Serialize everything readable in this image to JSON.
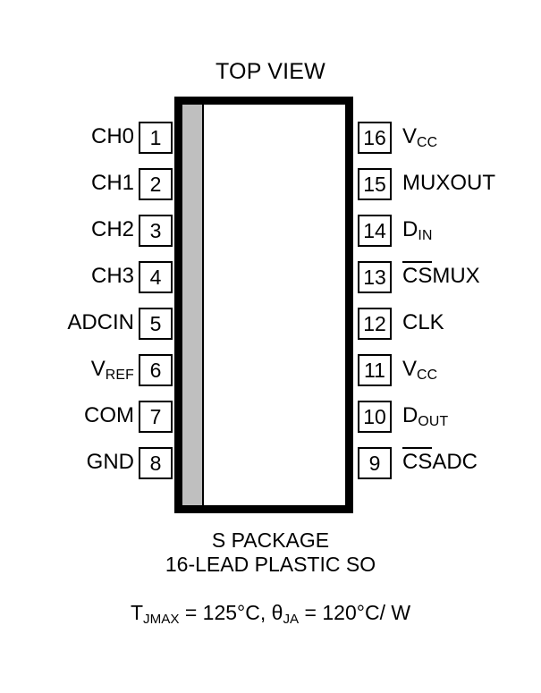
{
  "figure": {
    "title": "TOP VIEW",
    "package_caption_line1": "S PACKAGE",
    "package_caption_line2": "16-LEAD PLASTIC SO",
    "thermal": {
      "tjmax_symbol": "T",
      "tjmax_sub": "JMAX",
      "tjmax_eq": " = 125°C, ",
      "theta_symbol": "θ",
      "theta_sub": "JA",
      "theta_eq": " = 120°C/ W"
    },
    "colors": {
      "body_outline": "#000000",
      "body_fill": "#ffffff",
      "stripe_fill": "#bfbfbf",
      "text": "#000000",
      "page_background": "#ffffff"
    },
    "left_pins": [
      {
        "number": "1",
        "label": "CH0",
        "sub": "",
        "overline": ""
      },
      {
        "number": "2",
        "label": "CH1",
        "sub": "",
        "overline": ""
      },
      {
        "number": "3",
        "label": "CH2",
        "sub": "",
        "overline": ""
      },
      {
        "number": "4",
        "label": "CH3",
        "sub": "",
        "overline": ""
      },
      {
        "number": "5",
        "label": "ADCIN",
        "sub": "",
        "overline": ""
      },
      {
        "number": "6",
        "label": "V",
        "sub": "REF",
        "overline": ""
      },
      {
        "number": "7",
        "label": "COM",
        "sub": "",
        "overline": ""
      },
      {
        "number": "8",
        "label": "GND",
        "sub": "",
        "overline": ""
      }
    ],
    "right_pins": [
      {
        "number": "16",
        "label": "V",
        "sub": "CC",
        "overline": ""
      },
      {
        "number": "15",
        "label": "MUXOUT",
        "sub": "",
        "overline": ""
      },
      {
        "number": "14",
        "label": "D",
        "sub": "IN",
        "overline": ""
      },
      {
        "number": "13",
        "label": "MUX",
        "sub": "",
        "overline": "CS"
      },
      {
        "number": "12",
        "label": "CLK",
        "sub": "",
        "overline": ""
      },
      {
        "number": "11",
        "label": "V",
        "sub": "CC",
        "overline": ""
      },
      {
        "number": "10",
        "label": "D",
        "sub": "OUT",
        "overline": ""
      },
      {
        "number": "9",
        "label": "ADC",
        "sub": "",
        "overline": "CS"
      }
    ]
  }
}
